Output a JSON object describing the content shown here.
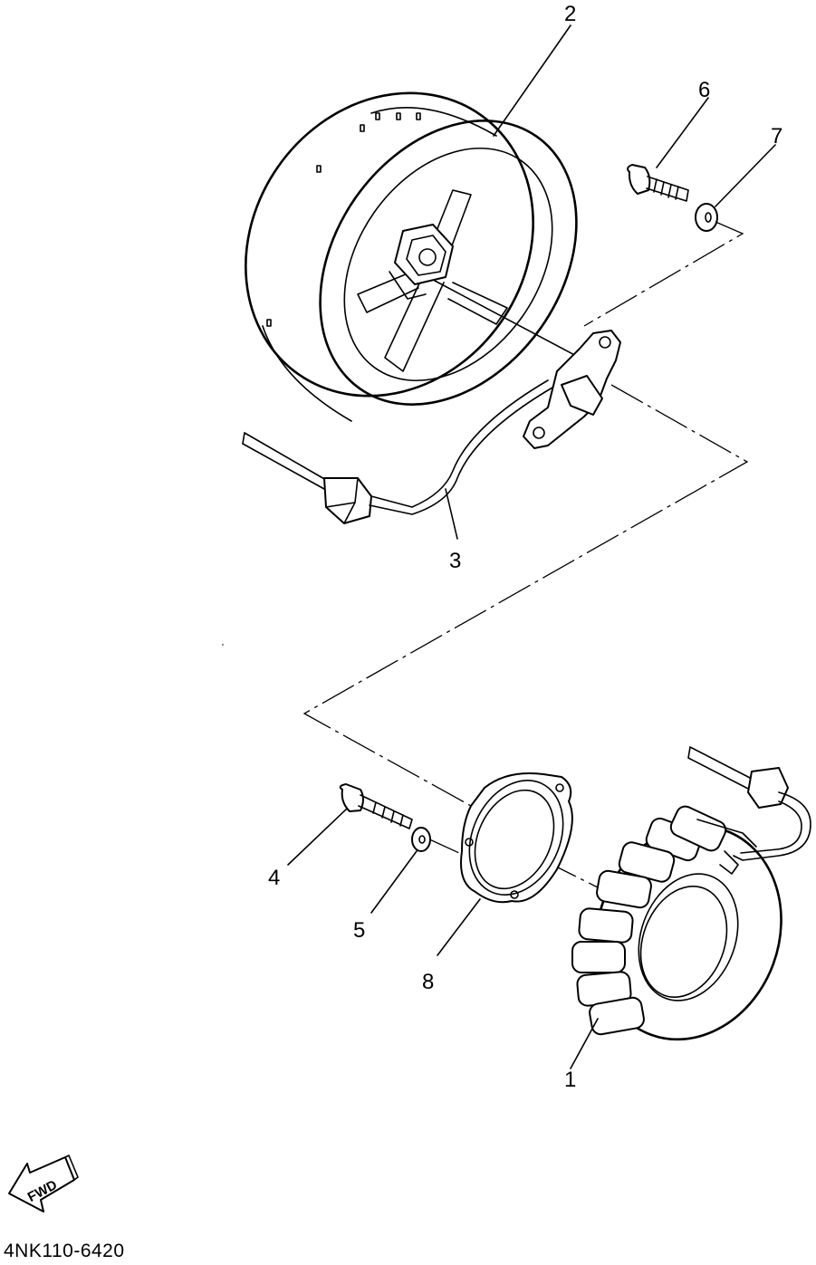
{
  "callouts": {
    "c1": "1",
    "c2": "2",
    "c3": "3",
    "c4": "4",
    "c5": "5",
    "c6": "6",
    "c7": "7",
    "c8": "8"
  },
  "fwd_label": "FWD",
  "diagram_code": "4NK110-6420"
}
